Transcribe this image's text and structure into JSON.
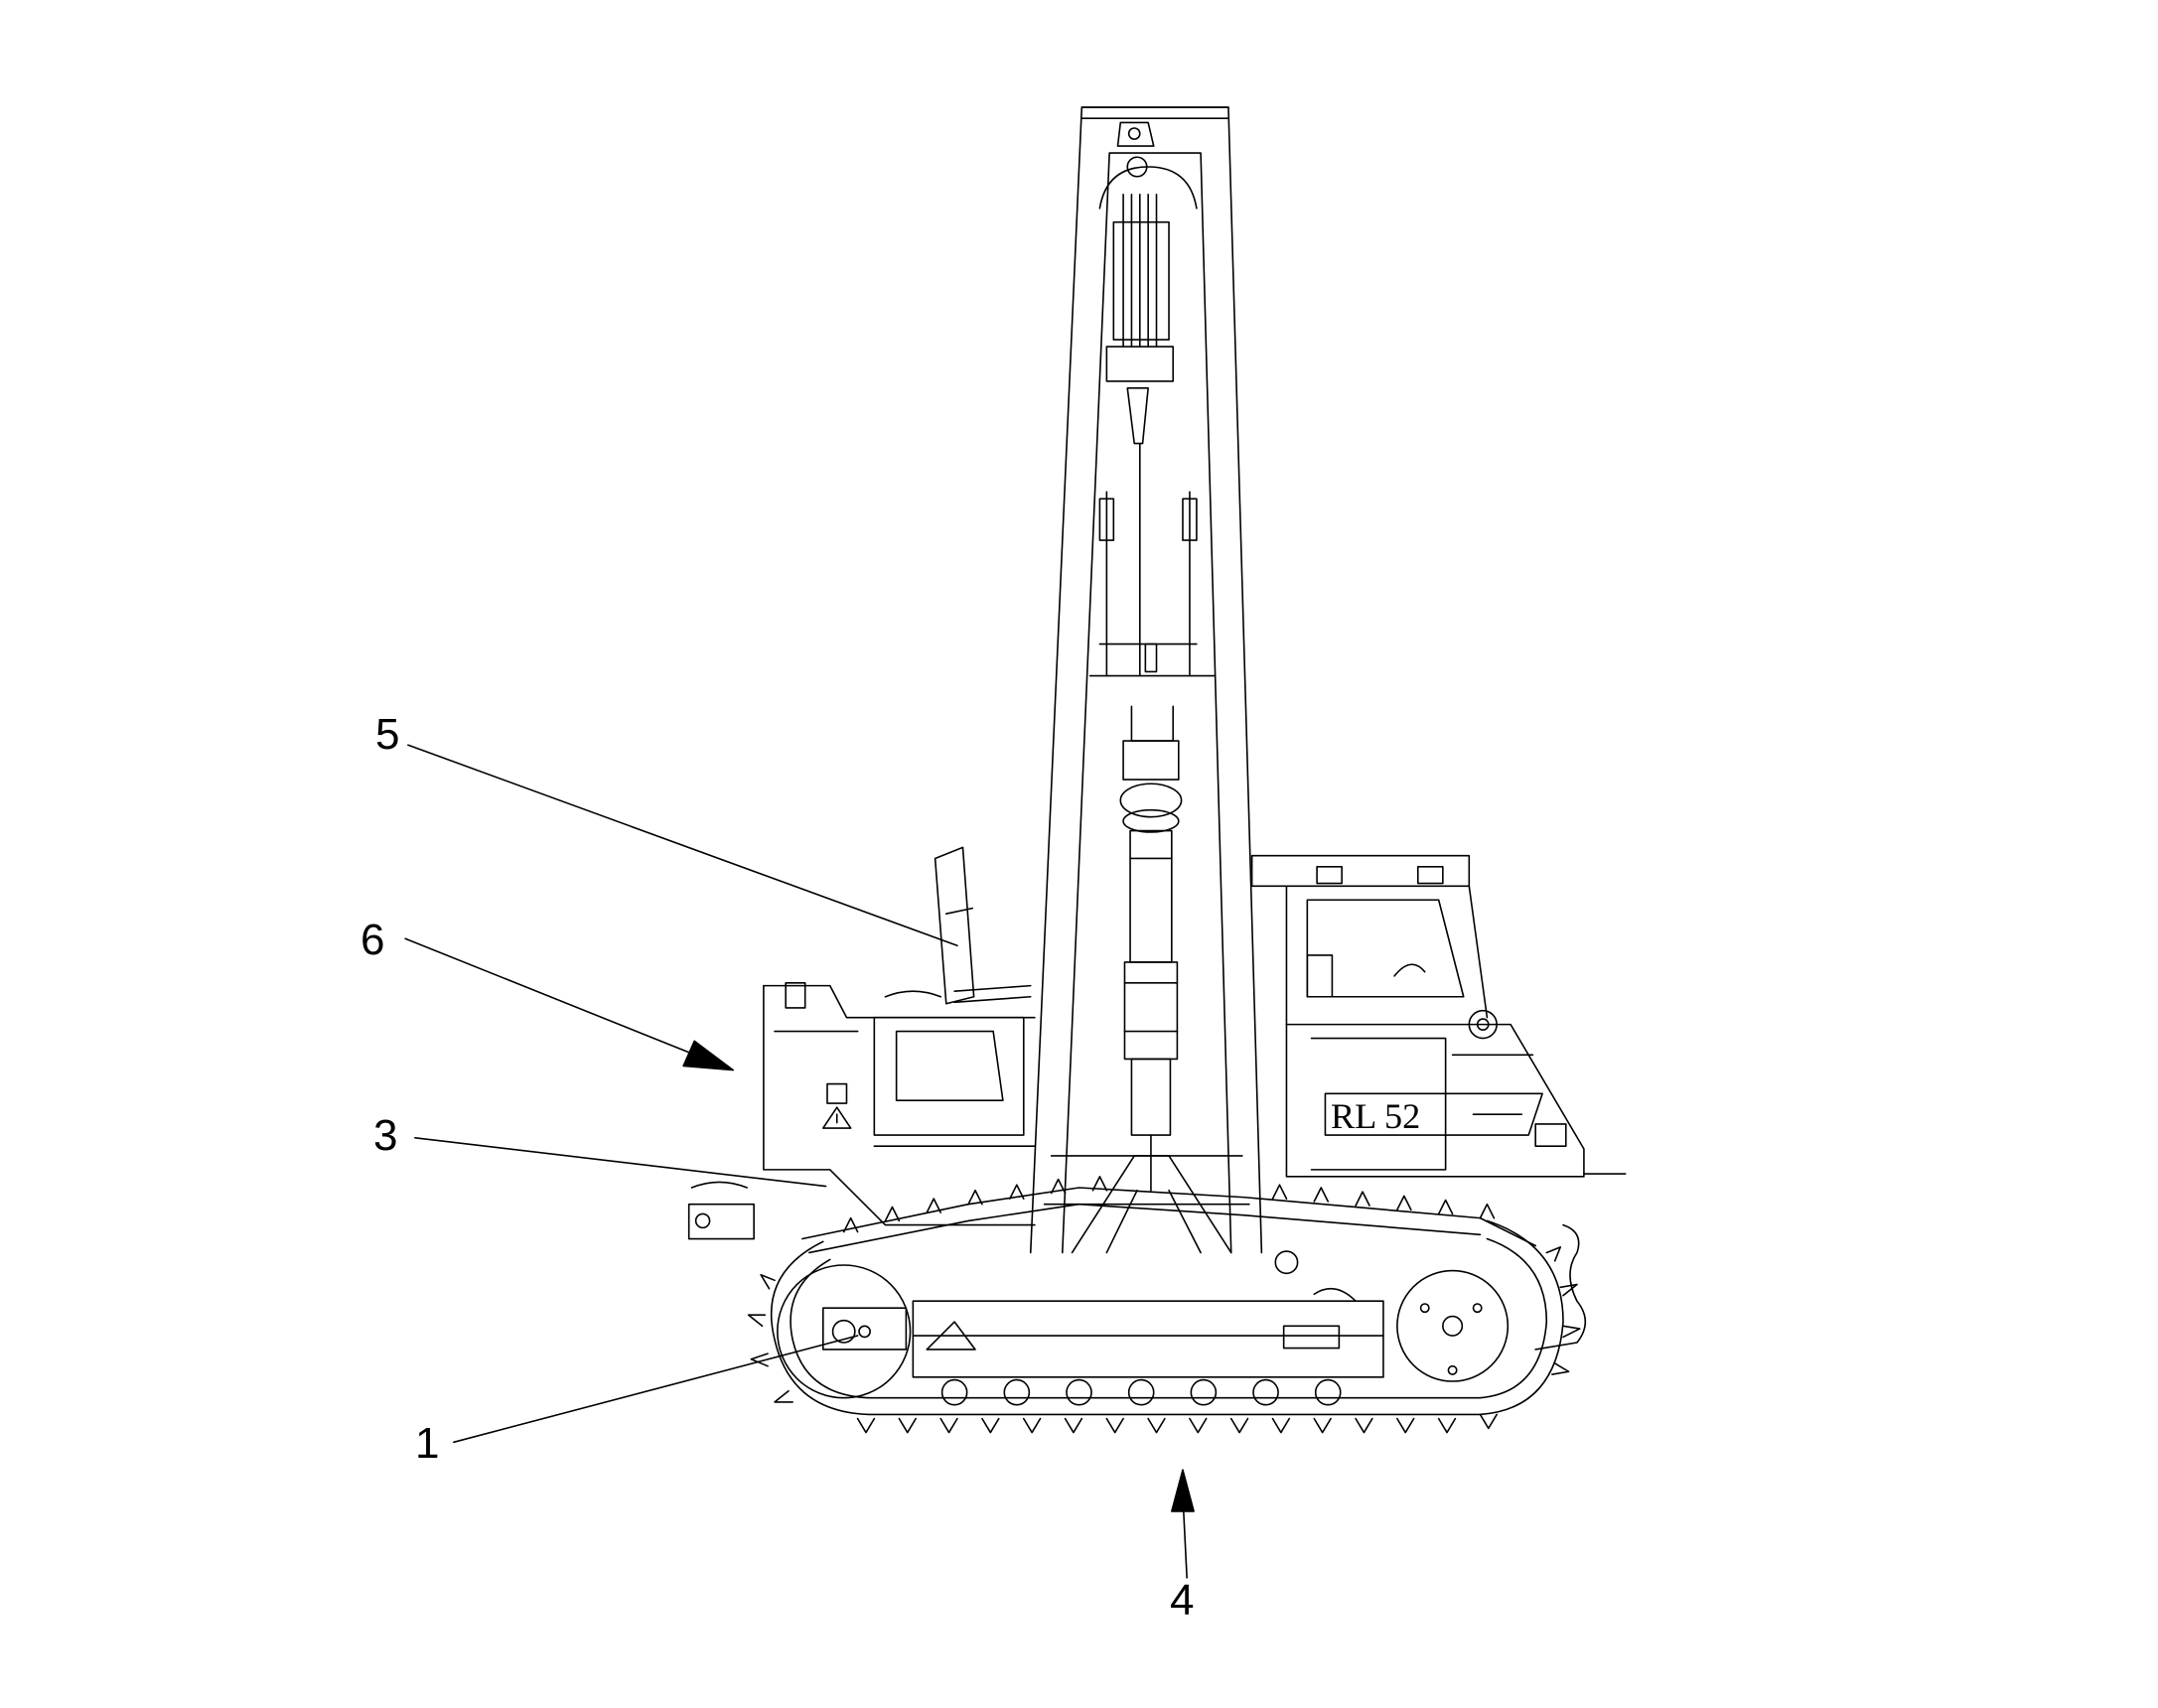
{
  "callouts": [
    {
      "id": "1",
      "label": "1"
    },
    {
      "id": "3",
      "label": "3"
    },
    {
      "id": "4",
      "label": "4"
    },
    {
      "id": "5",
      "label": "5"
    },
    {
      "id": "6",
      "label": "6"
    }
  ],
  "machine_badge": "RL 52",
  "colors": {
    "stroke": "#000000",
    "background": "#ffffff"
  }
}
